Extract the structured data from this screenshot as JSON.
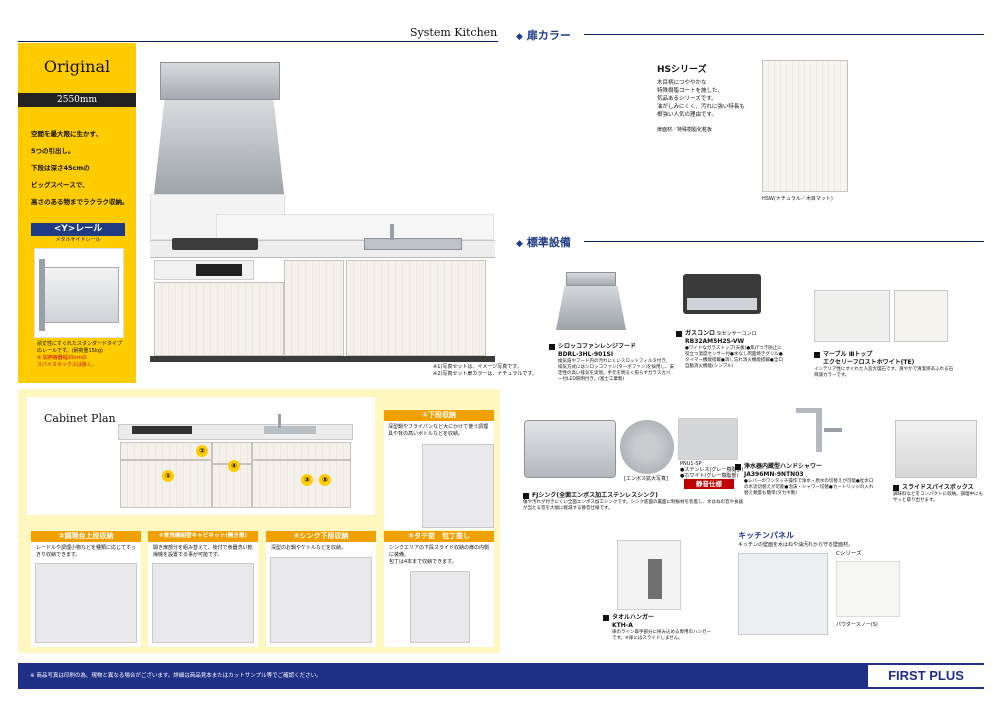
{
  "header": {
    "system_kitchen": "System Kitchen",
    "door_color_title": "扉カラー",
    "standard_equipment_title": "標準設備"
  },
  "original": {
    "title": "Original",
    "size": "2550mm",
    "desc_lines": [
      "空間を最大限に生かす、",
      "5つの引出し。",
      "下段は深さ45cmの",
      "ビッグスペースで、",
      "高さのある物までラクラク収納。"
    ],
    "rail_title": "<Y>レール",
    "rail_sub": "メタルサイドレール",
    "rail_desc": "頑丈性にすぐれたスタンダードタイプのレールです。(耐荷重15kg)",
    "rail_note": "※ 加熱機器幅15cmの\nスパイスボックスは除く。"
  },
  "main_photo_notes": [
    "※1)写真セットは、イメージ写真です。",
    "※2)写真セット扉カラーは、ナチュラルです。"
  ],
  "hs_series": {
    "title": "HSシリーズ",
    "desc": "木目柄につややかな\n特殊樹脂コートを施した、\n気品あるシリーズです。\n油がしみにくく、汚れに強い特長も\n根強い人気の理由です。",
    "material": "扉面材／特殊樹脂化粧板",
    "swatch_label": "HSW(ナチュラル／木目マット)"
  },
  "equipment": [
    {
      "name": "シロッコファンレンジフード",
      "model": "BDRL-3HL-901SI",
      "desc": "換気扇やフード内の汚れにくいスロットフィルタ付き。排気方式にはシロッコファン(ターボファン)を採用し、安定性の高い排気を実現。手元を明るく照らすガラスカバー付LED照明付き。(富士工業製)"
    },
    {
      "name": "ガスコンロ",
      "model": "RB32AM5H2S-VW",
      "badge": "Siセンサーコンロ",
      "desc": "●ワイドなガラストップ(天板)●焦げつき防止に役立つ温度センサー付●水なし両面焼きグリル●タイマー機能搭載●消し忘れ消火機能搭載●全口自動消火機能(シンプル)"
    },
    {
      "name": "マーブル Ⅲトップ",
      "model": "エクセリーフロストホワイト(TE)",
      "desc": "インテリア性にすぐれた人造大理石です。爽やかで清潔感あふれる石目調カラーです。"
    },
    {
      "name": "FJシンク(全面エンボス加工ステンレスシンク)",
      "sub": "[エンボス拡大写真]",
      "desc": "傷や汚れが付きにくい全面エンボス加工シンクです。シンク底面の裏面に制振材を装着し、水はねの音や食器が当たる音を大幅に軽減する静音仕様です。",
      "static_badge": "静音仕様",
      "parts": [
        "PNU1-SP",
        "●ステンレス(グレー樹脂部)",
        "●ホワイト(グレー樹脂部)"
      ]
    },
    {
      "name": "浄水器内蔵型ハンドシャワー",
      "model": "JA396MN-9NTN03",
      "desc": "●レバーのワンタッチ操作で浄水・原水の切替えが可能●吐水口の水流切替えが可能●泡沫・シャワー切替●カートリッジの入れ替え頻度も簡単(タカギ製)"
    },
    {
      "name": "スライドスパイスボックス",
      "desc": "調味料などをコンパクトに収納。調理中にもサッと取り出せます。"
    },
    {
      "name": "タオルハンガー",
      "model": "KTH-A",
      "desc": "扉のライン取手部分に挟み込める専用のハンガーです。※扉にはスライドしません。"
    }
  ],
  "kitchen_panel": {
    "title": "キッチンパネル",
    "desc": "キッチンの壁面を水はねや油汚れから守る壁面材。",
    "series": "Cシリーズ",
    "swatch_label": "パウダースノー(S)"
  },
  "cabinet_plan": {
    "title": "Cabinet Plan",
    "sections": [
      {
        "num": "①",
        "label": "下段収納",
        "desc": "深型鍋やフライパンなど大にかけて使う調理具や背の高いボトルなどを収納。"
      },
      {
        "num": "②",
        "label": "調理台上段収納",
        "desc": "レードルや調理小物などを種類に応じてすっきり収納できます。"
      },
      {
        "num": "③",
        "label": "食洗機組替キャビネット(開き扉)",
        "desc": "開き扉部分を組み替えて、後付で食器洗い乾燥機を設置する事が可能です。"
      },
      {
        "num": "④",
        "label": "シンク下段収納",
        "desc": "深型のお鍋やケトルなどを収納。"
      },
      {
        "num": "⑤",
        "label": "タテ型　包丁差し",
        "desc": "シンクエリアの下段スライド収納の扉の内側に装備。\n包丁は4本まで収納できます。"
      }
    ]
  },
  "footer": {
    "note": "※ 商品写真は印刷の為、現物と異なる場合がございます。詳細は商品見本またはカットサンプル等でご確認ください。",
    "brand": "FIRST PLUS"
  },
  "colors": {
    "navy": "#1f3b84",
    "yellow": "#ffcc00",
    "orange": "#f0a000",
    "footer": "#1f2f86"
  }
}
